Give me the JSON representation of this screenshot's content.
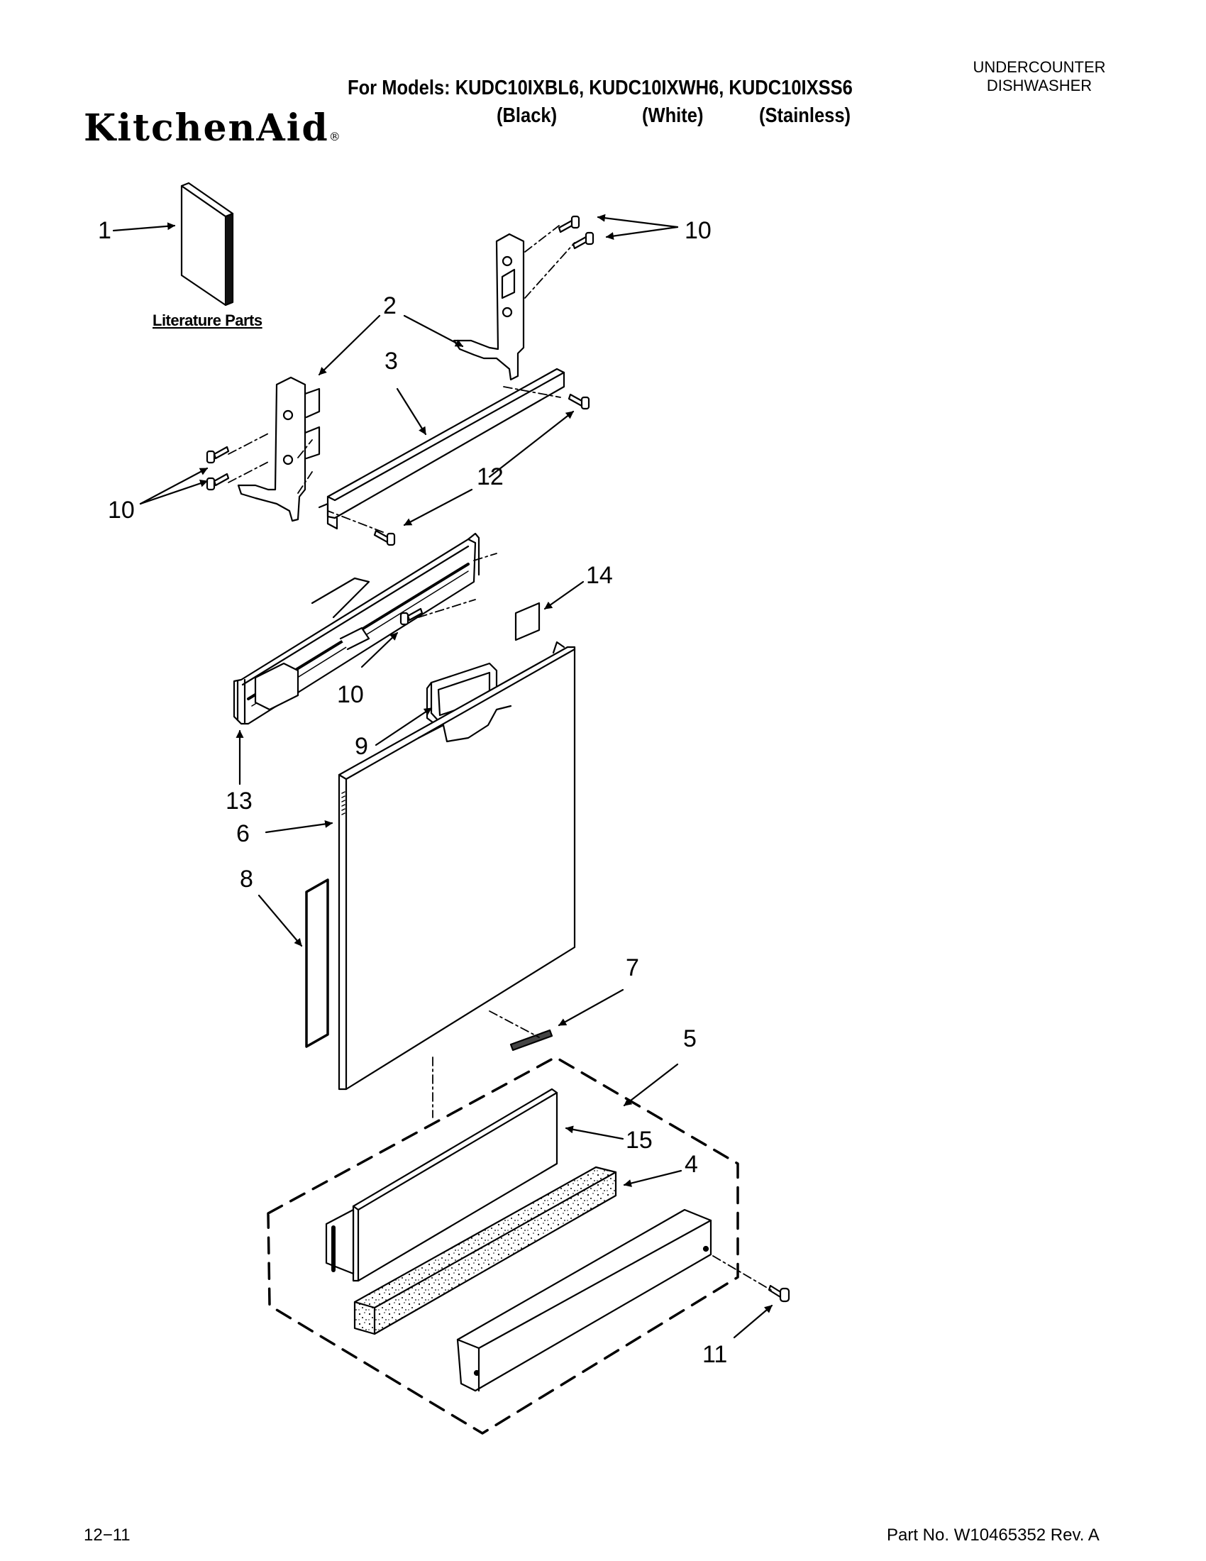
{
  "header": {
    "category_line1": "UNDERCOUNTER",
    "category_line2": "DISHWASHER",
    "models_line": "For Models: KUDC10IXBL6, KUDC10IXWH6, KUDC10IXSS6",
    "color_black": "(Black)",
    "color_white": "(White)",
    "color_stainless": "(Stainless)",
    "brand": "KitchenAid",
    "brand_mark": "®"
  },
  "diagram": {
    "literature_label": "Literature Parts",
    "callouts": {
      "c1": "1",
      "c2": "2",
      "c3": "3",
      "c4": "4",
      "c5": "5",
      "c6": "6",
      "c7": "7",
      "c8": "8",
      "c9": "9",
      "c10a": "10",
      "c10b": "10",
      "c10c": "10",
      "c11": "11",
      "c12": "12",
      "c13": "13",
      "c14": "14",
      "c15": "15"
    }
  },
  "footer": {
    "date": "12−11",
    "part_number": "Part No. W10465352 Rev. A"
  }
}
